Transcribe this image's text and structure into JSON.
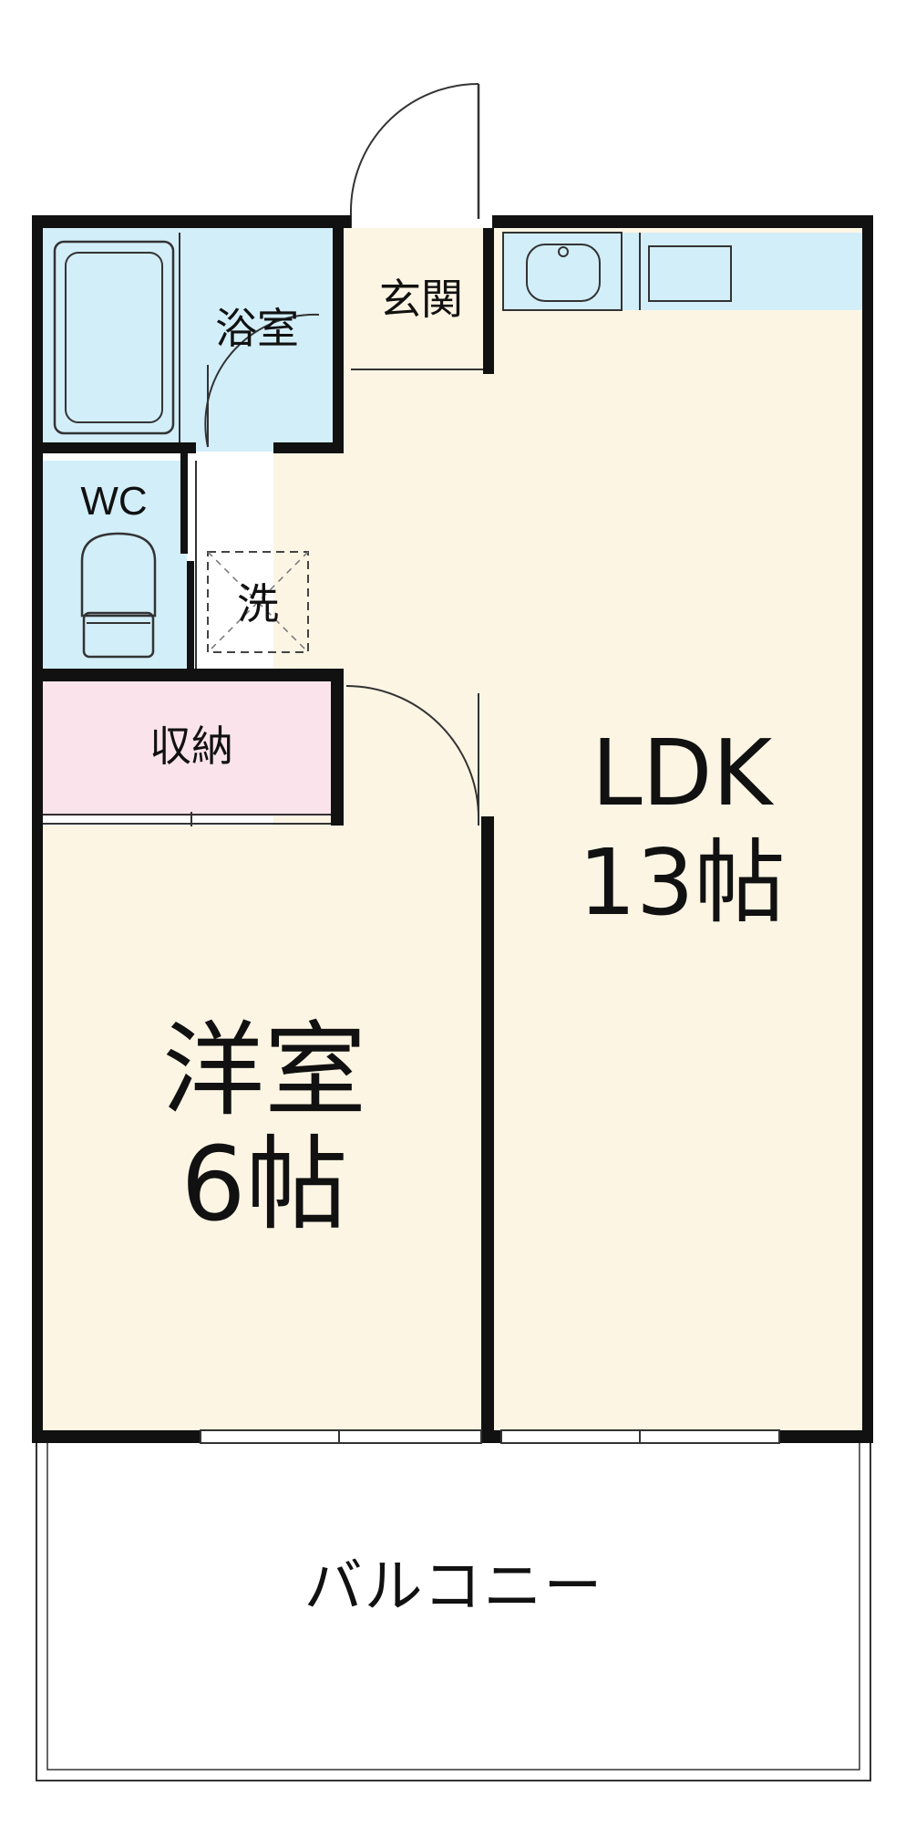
{
  "rooms": {
    "bath": {
      "label": "浴室"
    },
    "entrance": {
      "label": "玄関"
    },
    "toilet": {
      "label": "WC"
    },
    "washer": {
      "label": "洗"
    },
    "storage": {
      "label": "収納"
    },
    "ldk": {
      "label": "LDK",
      "size": "13帖"
    },
    "western": {
      "label": "洋室",
      "size": "6帖"
    },
    "balcony": {
      "label": "バルコニー"
    }
  },
  "colors": {
    "wall": "#111111",
    "floor": "#fdf5e4",
    "wet_area": "#d2eef9",
    "storage": "#fbe3ec",
    "balcony": "#ffffff"
  }
}
